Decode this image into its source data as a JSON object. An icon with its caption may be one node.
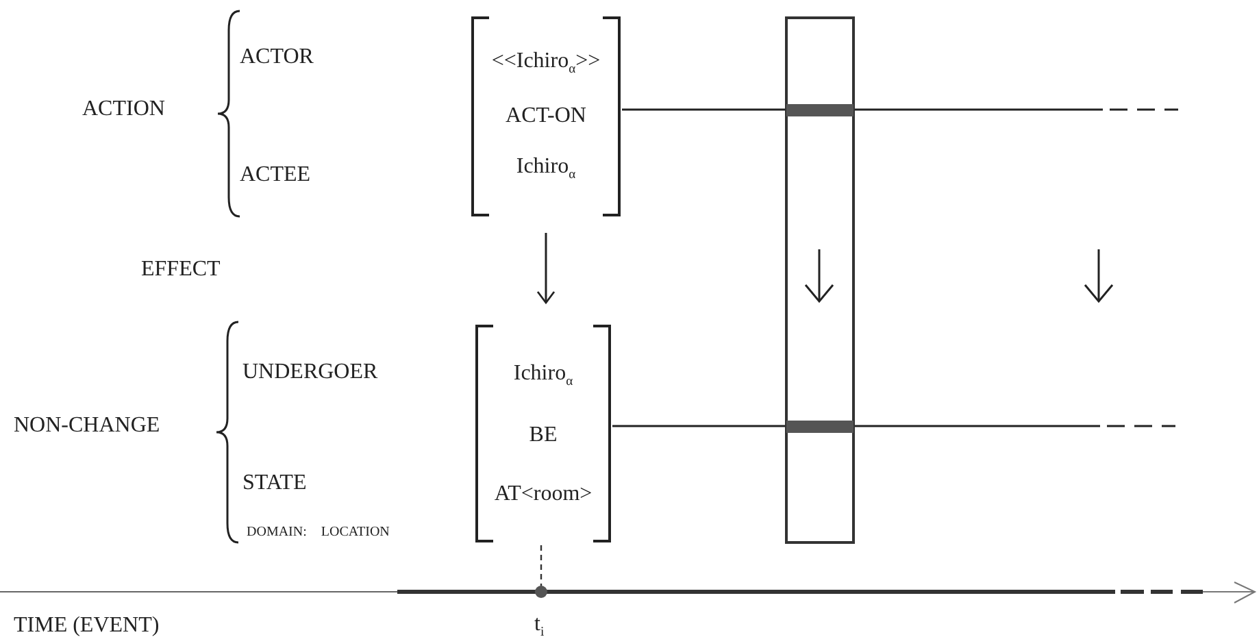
{
  "diagram": {
    "nodes": [
      {
        "text": [
          "<<Ichiro$_{α}$>>",
          "ACT-ON",
          "Ichiro$_{α}$"
        ]
      },
      {
        "text": [
          "Ichiro$_{α}$",
          "BE",
          "AT<room>"
        ]
      },
      {
        "text": [],
        "shape": "box"
      }
    ],
    "edges": [
      {
        "from": 0,
        "to": 2,
        "arrow": "none"
      },
      {
        "from": 2,
        "to": null,
        "arrow": "none"
      },
      {
        "from": 0,
        "to": 1,
        "arrow": "to"
      },
      {
        "from": 1,
        "to": 2,
        "arrow": "none"
      },
      {
        "from": 2,
        "to": null,
        "arrow": "none"
      }
    ],
    "labels": [
      "ACTOR",
      "ACTION",
      "ACTEE",
      "EFFECT",
      "UNDERGOER",
      "NON-CHANGE",
      "STATE",
      "DOMAIN: LOCATION",
      "TIME (EVENT)",
      "t$_{i}$"
    ]
  }
}
